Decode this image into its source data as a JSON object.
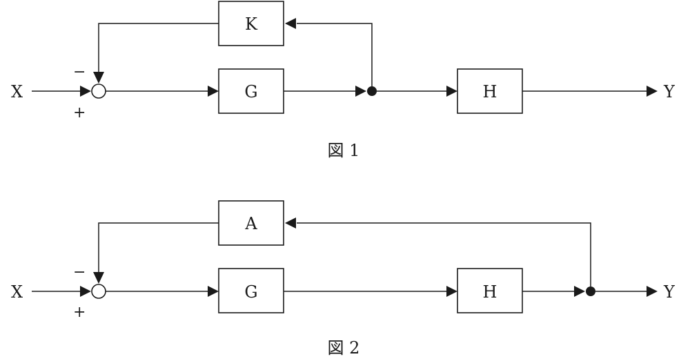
{
  "figure1": {
    "input_label": "X",
    "output_label": "Y",
    "minus_sign": "−",
    "plus_sign": "+",
    "forward_block_1": "G",
    "forward_block_2": "H",
    "feedback_block": "K",
    "caption": "図 1"
  },
  "figure2": {
    "input_label": "X",
    "output_label": "Y",
    "minus_sign": "−",
    "plus_sign": "+",
    "forward_block_1": "G",
    "forward_block_2": "H",
    "feedback_block": "A",
    "caption": "図 2"
  }
}
